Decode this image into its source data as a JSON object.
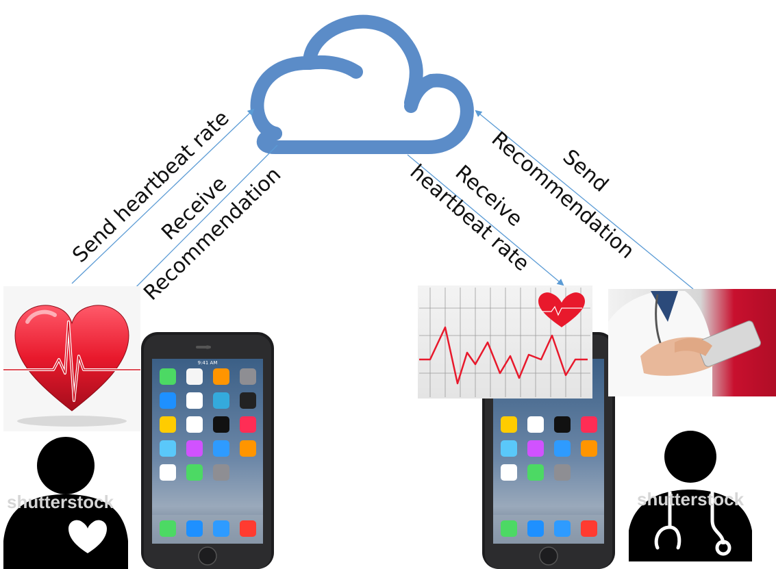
{
  "labels": {
    "send_heartbeat": "Send heartbeat rate",
    "receive_recommendation_1": "Receive",
    "receive_recommendation_2": "Recommendation",
    "receive_heartbeat_1": "Receive",
    "receive_heartbeat_2": "heartbeat rate",
    "send_recommendation_1": "Send",
    "send_recommendation_2": "Recommendation"
  },
  "watermarks": {
    "left": "shutterstock",
    "right": "shutterstock"
  },
  "icons": {
    "cloud": "cloud-icon",
    "patient_heart": "heart-pulse-icon",
    "patient": "patient-icon",
    "patient_phone": "smartphone-icon",
    "doctor_chart": "heart-rate-chart-icon",
    "doctor_photo": "doctor-with-phone-icon",
    "doctor": "doctor-icon",
    "doctor_phone": "smartphone-icon"
  },
  "colors": {
    "cloud": "#5b8cc8",
    "arrow": "#5b9bd5",
    "heart": "#e8192c",
    "text": "#111111",
    "doctor_bg": "#c8102e"
  },
  "phone_time": "9:41 AM"
}
